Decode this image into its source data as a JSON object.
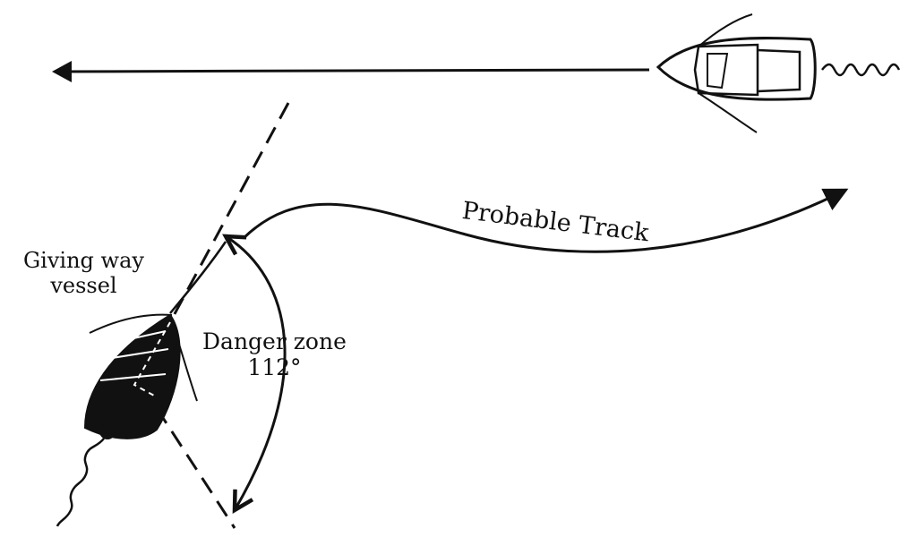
{
  "diagram": {
    "labels": {
      "probable_track": "Probable Track",
      "giving_way_line1": "Giving way",
      "giving_way_line2": "vessel",
      "danger_zone_line1": "Danger zone",
      "danger_zone_line2": "112°"
    },
    "danger_zone_angle_deg": 112,
    "colors": {
      "ink": "#111111",
      "paper": "#ffffff"
    },
    "icons": [
      "stand-on-vessel-icon",
      "giving-way-vessel-icon"
    ]
  }
}
